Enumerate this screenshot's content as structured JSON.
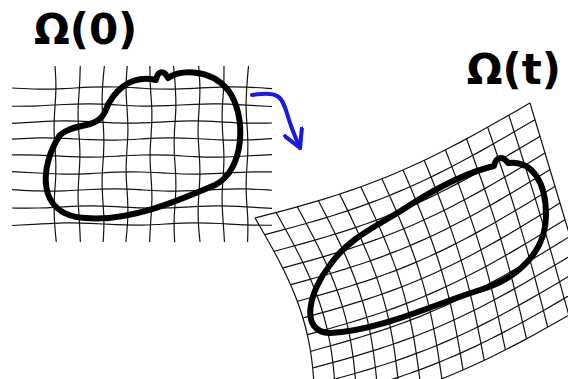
{
  "diagram": {
    "nodes": [
      {
        "text": [
          "Ω(0)"
        ]
      },
      {
        "text": [
          "Ω(t)"
        ]
      }
    ],
    "edges": [
      {
        "from": 0,
        "to": 1,
        "arrow": "to"
      }
    ]
  }
}
